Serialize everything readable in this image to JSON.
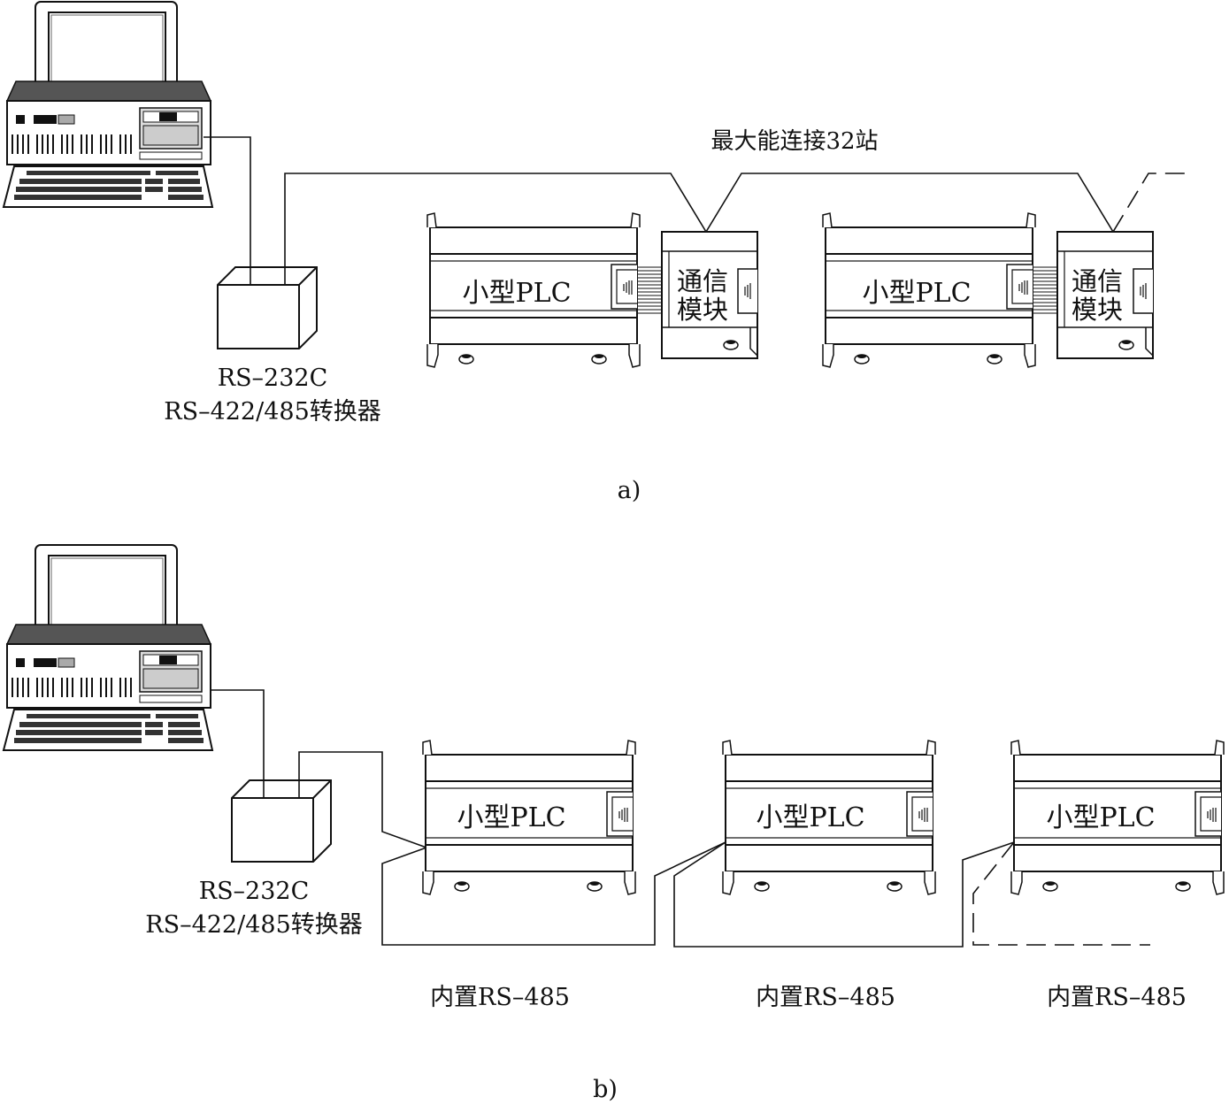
{
  "diagram_a": {
    "caption": "a)",
    "bus_label": "最大能连接32站",
    "converter_label_1": "RS–232C",
    "converter_label_2": "RS–422/485转换器",
    "plc_label": "小型PLC",
    "module_label_1": "通信",
    "module_label_2": "模块"
  },
  "diagram_b": {
    "caption": "b)",
    "converter_label_1": "RS–232C",
    "converter_label_2": "RS–422/485转换器",
    "plc_label": "小型PLC",
    "port_label": "内置RS–485"
  }
}
